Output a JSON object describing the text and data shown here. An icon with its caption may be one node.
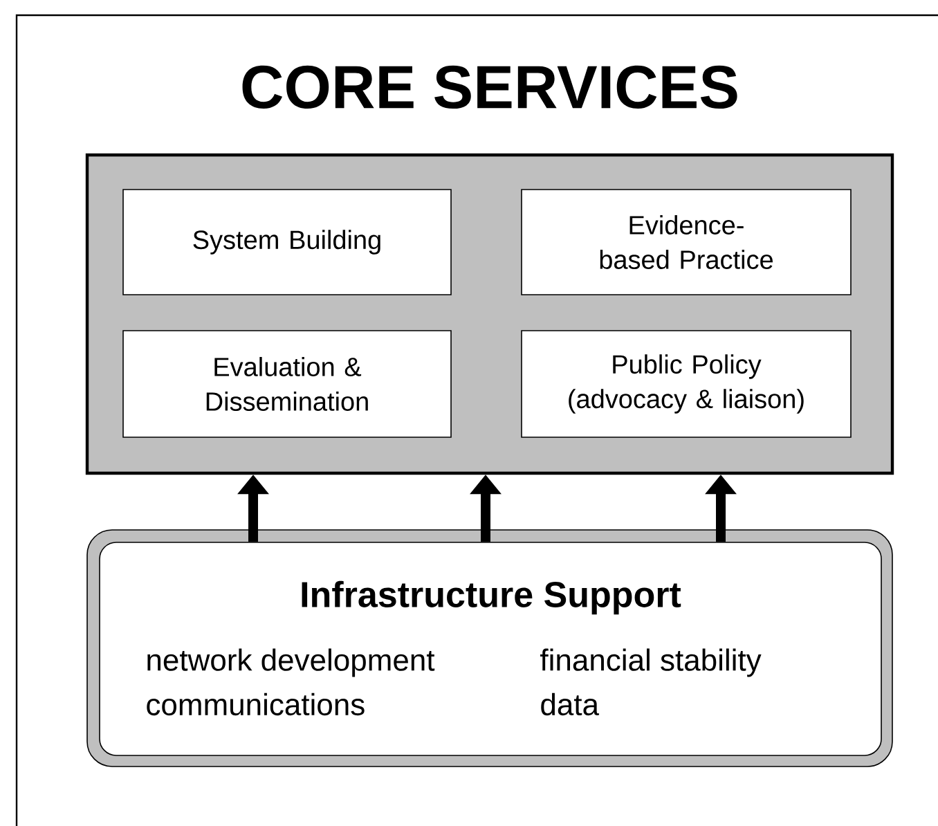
{
  "diagram": {
    "title": "CORE SERVICES",
    "nodes": [
      {
        "text": [],
        "shape": "box"
      },
      {
        "text": [
          "System Building"
        ],
        "in": 0
      },
      {
        "text": [
          "Evidence-based Practice"
        ],
        "in": 0
      },
      {
        "text": [
          "Evaluation & Dissemination"
        ],
        "in": 0
      },
      {
        "text": [
          "Public Policy (advocacy & liaison)"
        ],
        "in": 0
      },
      {
        "text": [
          "Infrastructure Support",
          "network development",
          "communications",
          "financial stability",
          "data"
        ]
      }
    ],
    "edges": [
      {
        "from": 5,
        "to": 0,
        "arrow": "to"
      },
      {
        "from": 5,
        "to": 0,
        "arrow": "to"
      },
      {
        "from": 5,
        "to": 0,
        "arrow": "to"
      }
    ]
  }
}
